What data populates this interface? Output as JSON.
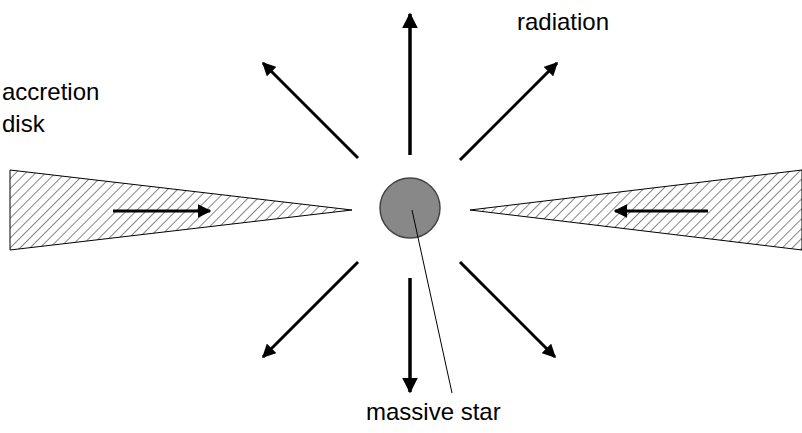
{
  "diagram": {
    "labels": [
      "radiation",
      "accretion disk",
      "massive star"
    ]
  }
}
